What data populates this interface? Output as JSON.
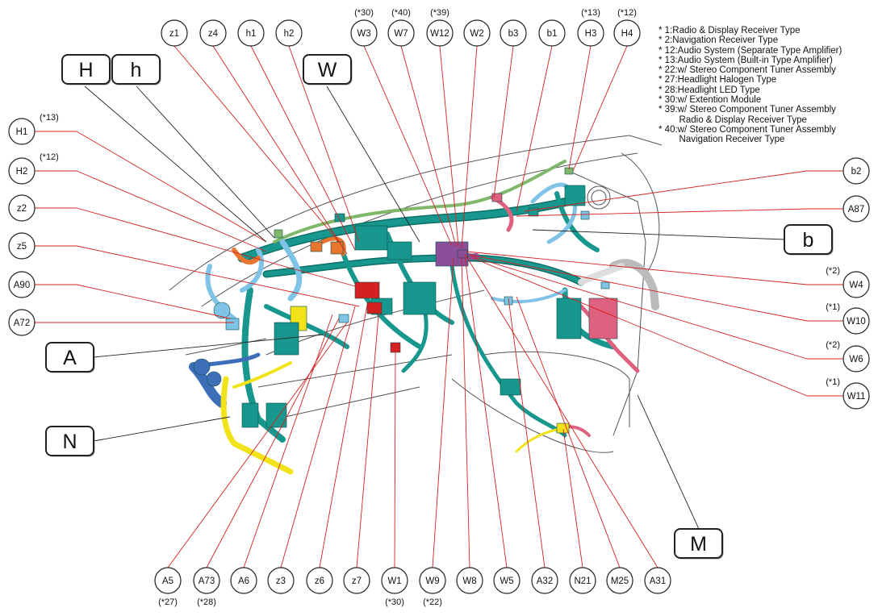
{
  "connectors_top": [
    {
      "id": "z1",
      "note": ""
    },
    {
      "id": "z4",
      "note": ""
    },
    {
      "id": "h1",
      "note": ""
    },
    {
      "id": "h2",
      "note": ""
    },
    {
      "id": "W3",
      "note": "(*30)"
    },
    {
      "id": "W7",
      "note": "(*40)"
    },
    {
      "id": "W12",
      "note": "(*39)"
    },
    {
      "id": "W2",
      "note": ""
    },
    {
      "id": "b3",
      "note": ""
    },
    {
      "id": "b1",
      "note": ""
    },
    {
      "id": "H3",
      "note": "(*13)"
    },
    {
      "id": "H4",
      "note": "(*12)"
    }
  ],
  "connectors_left": [
    {
      "id": "H1",
      "note": "(*13)"
    },
    {
      "id": "H2",
      "note": "(*12)"
    },
    {
      "id": "z2",
      "note": ""
    },
    {
      "id": "z5",
      "note": ""
    },
    {
      "id": "A90",
      "note": ""
    },
    {
      "id": "A72",
      "note": ""
    }
  ],
  "connectors_right": [
    {
      "id": "b2",
      "note": ""
    },
    {
      "id": "A87",
      "note": ""
    },
    {
      "id": "W4",
      "note": "(*2)"
    },
    {
      "id": "W10",
      "note": "(*1)"
    },
    {
      "id": "W6",
      "note": "(*2)"
    },
    {
      "id": "W11",
      "note": "(*1)"
    }
  ],
  "connectors_bottom": [
    {
      "id": "A5",
      "note": "(*27)"
    },
    {
      "id": "A73",
      "note": "(*28)"
    },
    {
      "id": "A6",
      "note": ""
    },
    {
      "id": "z3",
      "note": ""
    },
    {
      "id": "z6",
      "note": ""
    },
    {
      "id": "z7",
      "note": ""
    },
    {
      "id": "W1",
      "note": "(*30)"
    },
    {
      "id": "W9",
      "note": "(*22)"
    },
    {
      "id": "W8",
      "note": ""
    },
    {
      "id": "W5",
      "note": ""
    },
    {
      "id": "A32",
      "note": ""
    },
    {
      "id": "N21",
      "note": ""
    },
    {
      "id": "M25",
      "note": ""
    },
    {
      "id": "A31",
      "note": ""
    }
  ],
  "harness_labels": [
    "H",
    "h",
    "W",
    "b",
    "A",
    "N",
    "M"
  ],
  "notes": [
    "* 1:Radio & Display Receiver Type",
    "* 2:Navigation Receiver Type",
    "* 12:Audio System (Separate Type Amplifier)",
    "* 13:Audio System (Built-in Type Amplifier)",
    "* 22:w/ Stereo Component Tuner Assembly",
    "* 27:Headlight Halogen Type",
    "* 28:Headlight LED Type",
    "* 30:w/ Extention Module",
    "* 39:w/ Stereo Component Tuner Assembly",
    "        Radio & Display Receiver Type",
    "* 40:w/ Stereo Component Tuner Assembly",
    "        Navigation Receiver Type"
  ],
  "colors": {
    "leader": "#d42020",
    "harness_main": "#17978d",
    "harness_dark": "#0d6f68",
    "harness_light_blue": "#7fc4e6",
    "harness_blue": "#3d6fb8",
    "harness_yellow": "#f2e21a",
    "harness_orange": "#e8752e",
    "harness_pink": "#e0607f",
    "harness_green": "#7fb86a",
    "harness_purple": "#8b4f9a"
  }
}
